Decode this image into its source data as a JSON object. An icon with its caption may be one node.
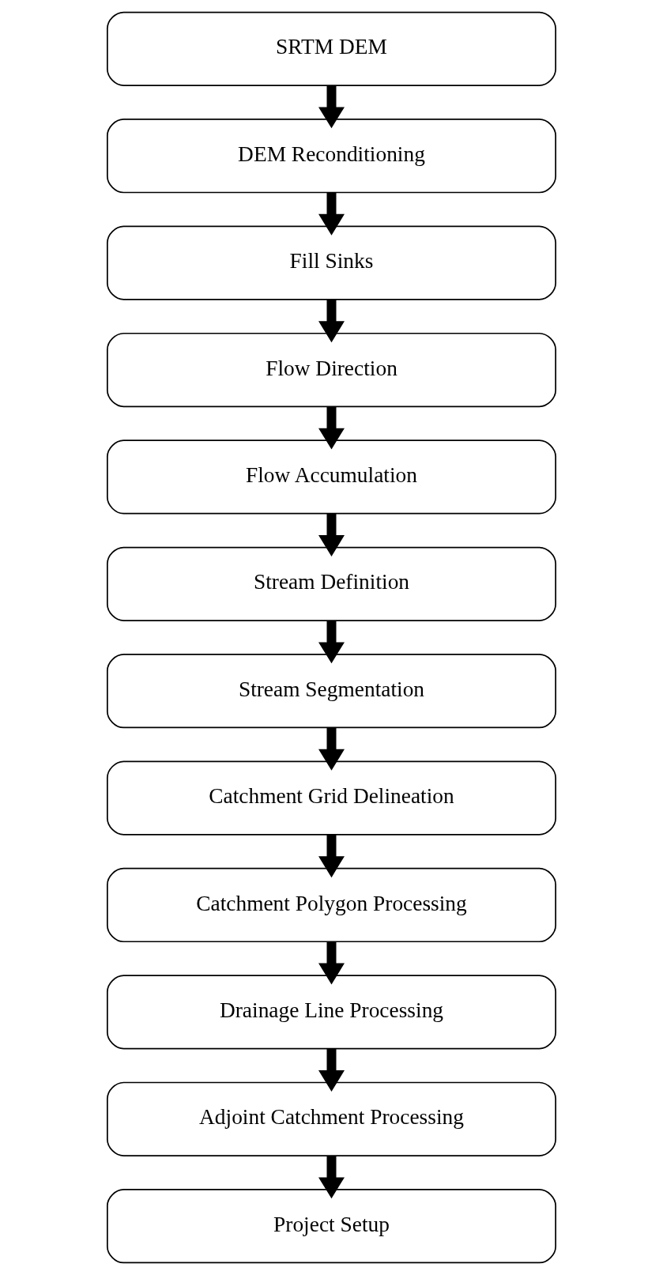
{
  "diagram": {
    "nodes": [
      {
        "text": [
          "SRTM DEM"
        ]
      },
      {
        "text": [
          "DEM Reconditioning"
        ]
      },
      {
        "text": [
          "Fill Sinks"
        ]
      },
      {
        "text": [
          "Flow Direction"
        ]
      },
      {
        "text": [
          "Flow Accumulation"
        ]
      },
      {
        "text": [
          "Stream Definition"
        ]
      },
      {
        "text": [
          "Stream Segmentation"
        ]
      },
      {
        "text": [
          "Catchment Grid Delineation"
        ]
      },
      {
        "text": [
          "Catchment Polygon Processing"
        ]
      },
      {
        "text": [
          "Drainage Line Processing"
        ]
      },
      {
        "text": [
          "Adjoint Catchment Processing"
        ]
      },
      {
        "text": [
          "Project Setup"
        ]
      }
    ],
    "edges": [
      {
        "from": 0,
        "to": 1,
        "arrow": "to"
      },
      {
        "from": 1,
        "to": 2,
        "arrow": "to"
      },
      {
        "from": 2,
        "to": 3,
        "arrow": "to"
      },
      {
        "from": 3,
        "to": 4,
        "arrow": "to"
      },
      {
        "from": 4,
        "to": 5,
        "arrow": "to"
      },
      {
        "from": 5,
        "to": 6,
        "arrow": "to"
      },
      {
        "from": 6,
        "to": 7,
        "arrow": "to"
      },
      {
        "from": 7,
        "to": 8,
        "arrow": "to"
      },
      {
        "from": 8,
        "to": 9,
        "arrow": "to"
      },
      {
        "from": 9,
        "to": 10,
        "arrow": "to"
      },
      {
        "from": 10,
        "to": 11,
        "arrow": "to"
      }
    ]
  }
}
